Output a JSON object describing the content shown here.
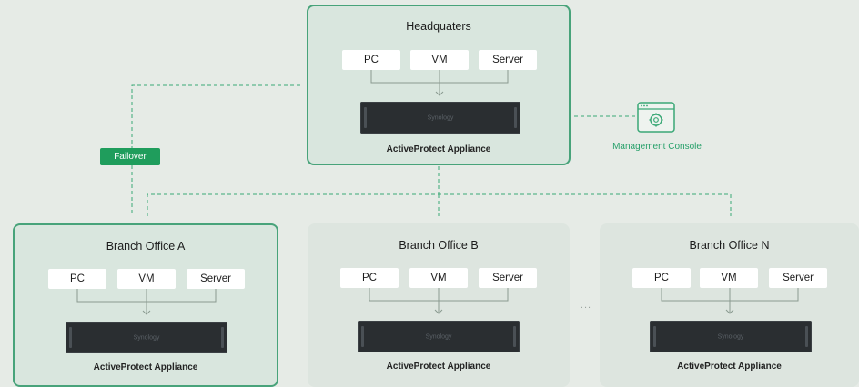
{
  "headquarters": {
    "title": "Headquaters",
    "chips": [
      "PC",
      "VM",
      "Server"
    ],
    "device_brand": "Synology",
    "caption": "ActiveProtect Appliance"
  },
  "failover_label": "Failover",
  "management_console": {
    "label": "Management Console",
    "icon": "browser-gear-icon"
  },
  "branches": [
    {
      "title": "Branch Office A",
      "chips": [
        "PC",
        "VM",
        "Server"
      ],
      "device_brand": "Synology",
      "caption": "ActiveProtect Appliance"
    },
    {
      "title": "Branch Office B",
      "chips": [
        "PC",
        "VM",
        "Server"
      ],
      "device_brand": "Synology",
      "caption": "ActiveProtect Appliance"
    },
    {
      "title": "Branch Office N",
      "chips": [
        "PC",
        "VM",
        "Server"
      ],
      "device_brand": "Synology",
      "caption": "ActiveProtect Appliance"
    }
  ],
  "ellipsis": "...",
  "colors": {
    "accent": "#1f9d5c",
    "connector": "#3aa876",
    "panel": "#d9e6de",
    "background": "#e6ebe6"
  }
}
